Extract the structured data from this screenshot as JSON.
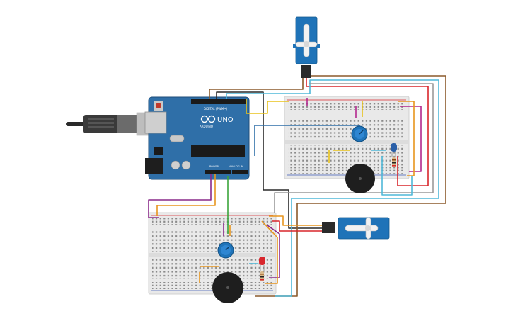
{
  "canvas": {
    "background": "#ffffff"
  },
  "arduino": {
    "brand_label": "ARDUINO",
    "model_label": "UNO",
    "digital_header_label": "DIGITAL (PWM~)",
    "power_label": "POWER",
    "analog_label": "ANALOG IN",
    "board_color": "#2f6fa8",
    "usb_cable_color": "#2a2a2a"
  },
  "components": {
    "servo_top": "servo-icon",
    "servo_right": "servo-icon",
    "potentiometer_top": "potentiometer-icon",
    "potentiometer_bottom": "potentiometer-icon",
    "buzzer_top": "piezo-buzzer-icon",
    "buzzer_bottom": "piezo-buzzer-icon",
    "led_top": "blue-led-icon",
    "led_bottom": "red-led-icon",
    "servo_color": "#1f73b8",
    "pot_color": "#2a6bb0"
  },
  "wire_colors": {
    "red": "#d8262c",
    "black": "#2a2a2a",
    "brown": "#8b5a2b",
    "orange": "#e8961e",
    "yellow": "#e8c21a",
    "purple": "#8a2a8a",
    "magenta": "#b3278e",
    "cyan": "#4fb8d8",
    "green": "#3aa53a",
    "gray": "#9a9a9a"
  }
}
